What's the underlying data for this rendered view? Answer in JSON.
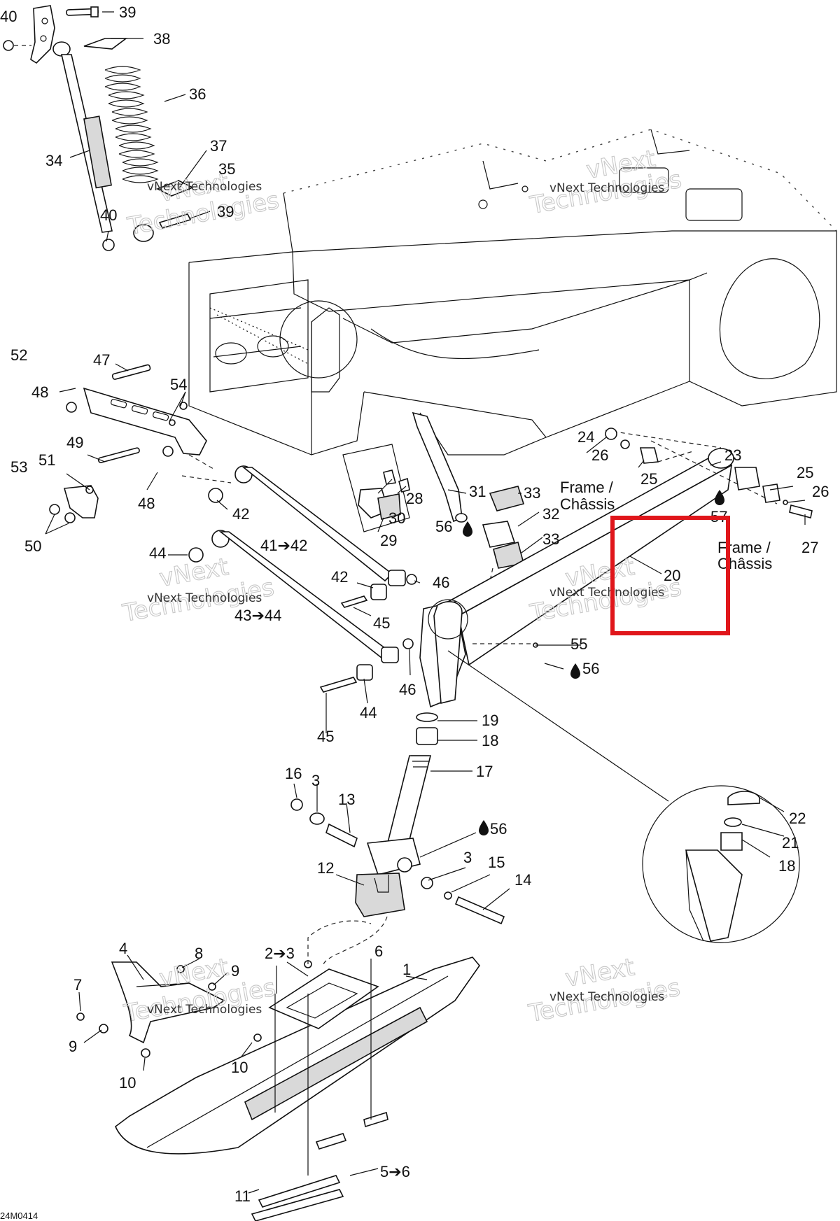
{
  "diagram_code": "24M0414",
  "watermark": {
    "line1": "vNext",
    "line2": "Technologies",
    "small": "vNext Technologies"
  },
  "frame_label": {
    "line1": "Frame /",
    "line2": "Châssis"
  },
  "highlight_color": "#e0161b",
  "callouts": {
    "c40a": "40",
    "c39a": "39",
    "c38": "38",
    "c36": "36",
    "c34": "34",
    "c37": "37",
    "c35": "35",
    "c40b": "40",
    "c39b": "39",
    "c52": "52",
    "c47": "47",
    "c48a": "48",
    "c54": "54",
    "c49": "49",
    "c51": "51",
    "c53": "53",
    "c48b": "48",
    "c50": "50",
    "c42a": "42",
    "c44a": "44",
    "c41": "41➔42",
    "c42b": "42",
    "c46a": "46",
    "c43": "43➔44",
    "c45a": "45",
    "c46b": "46",
    "c44b": "44",
    "c45b": "45",
    "c31": "31",
    "c28": "28",
    "c30": "30",
    "c29": "29",
    "c33a": "33",
    "c32": "32",
    "c56a": "56",
    "c33b": "33",
    "c24": "24",
    "c26a": "26",
    "c25a": "25",
    "c23": "23",
    "c25b": "25",
    "c26b": "26",
    "c27": "27",
    "c57": "57",
    "c20": "20",
    "c55": "55",
    "c56b": "56",
    "c19": "19",
    "c18a": "18",
    "c17": "17",
    "c16": "16",
    "c3a": "3",
    "c13": "13",
    "c56c": "56",
    "c12": "12",
    "c3b": "3",
    "c15": "15",
    "c14": "14",
    "c22": "22",
    "c21": "21",
    "c18b": "18",
    "c4": "4",
    "c8": "8",
    "c9a": "9",
    "c7": "7",
    "c9b": "9",
    "c10a": "10",
    "c10b": "10",
    "c23b": "2➔3",
    "c6": "6",
    "c1": "1",
    "c5": "5➔6",
    "c11": "11"
  }
}
